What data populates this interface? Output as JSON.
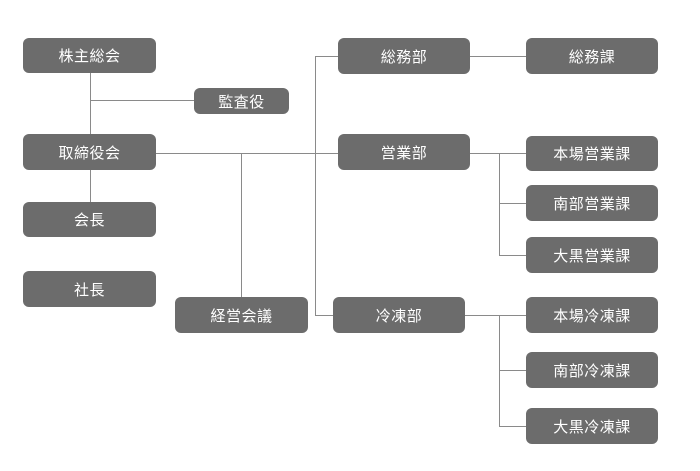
{
  "nodes": {
    "shareholders": "株主総会",
    "auditor": "監査役",
    "board": "取締役会",
    "chairman": "会長",
    "president": "社長",
    "management_council": "経営会議",
    "general_affairs": "総務部",
    "general_affairs_section": "総務課",
    "sales": "営業部",
    "sales_hq": "本場営業課",
    "sales_south": "南部営業課",
    "sales_ooguro": "大黒営業課",
    "frozen": "冷凍部",
    "frozen_hq": "本場冷凍課",
    "frozen_south": "南部冷凍課",
    "frozen_ooguro": "大黒冷凍課"
  }
}
